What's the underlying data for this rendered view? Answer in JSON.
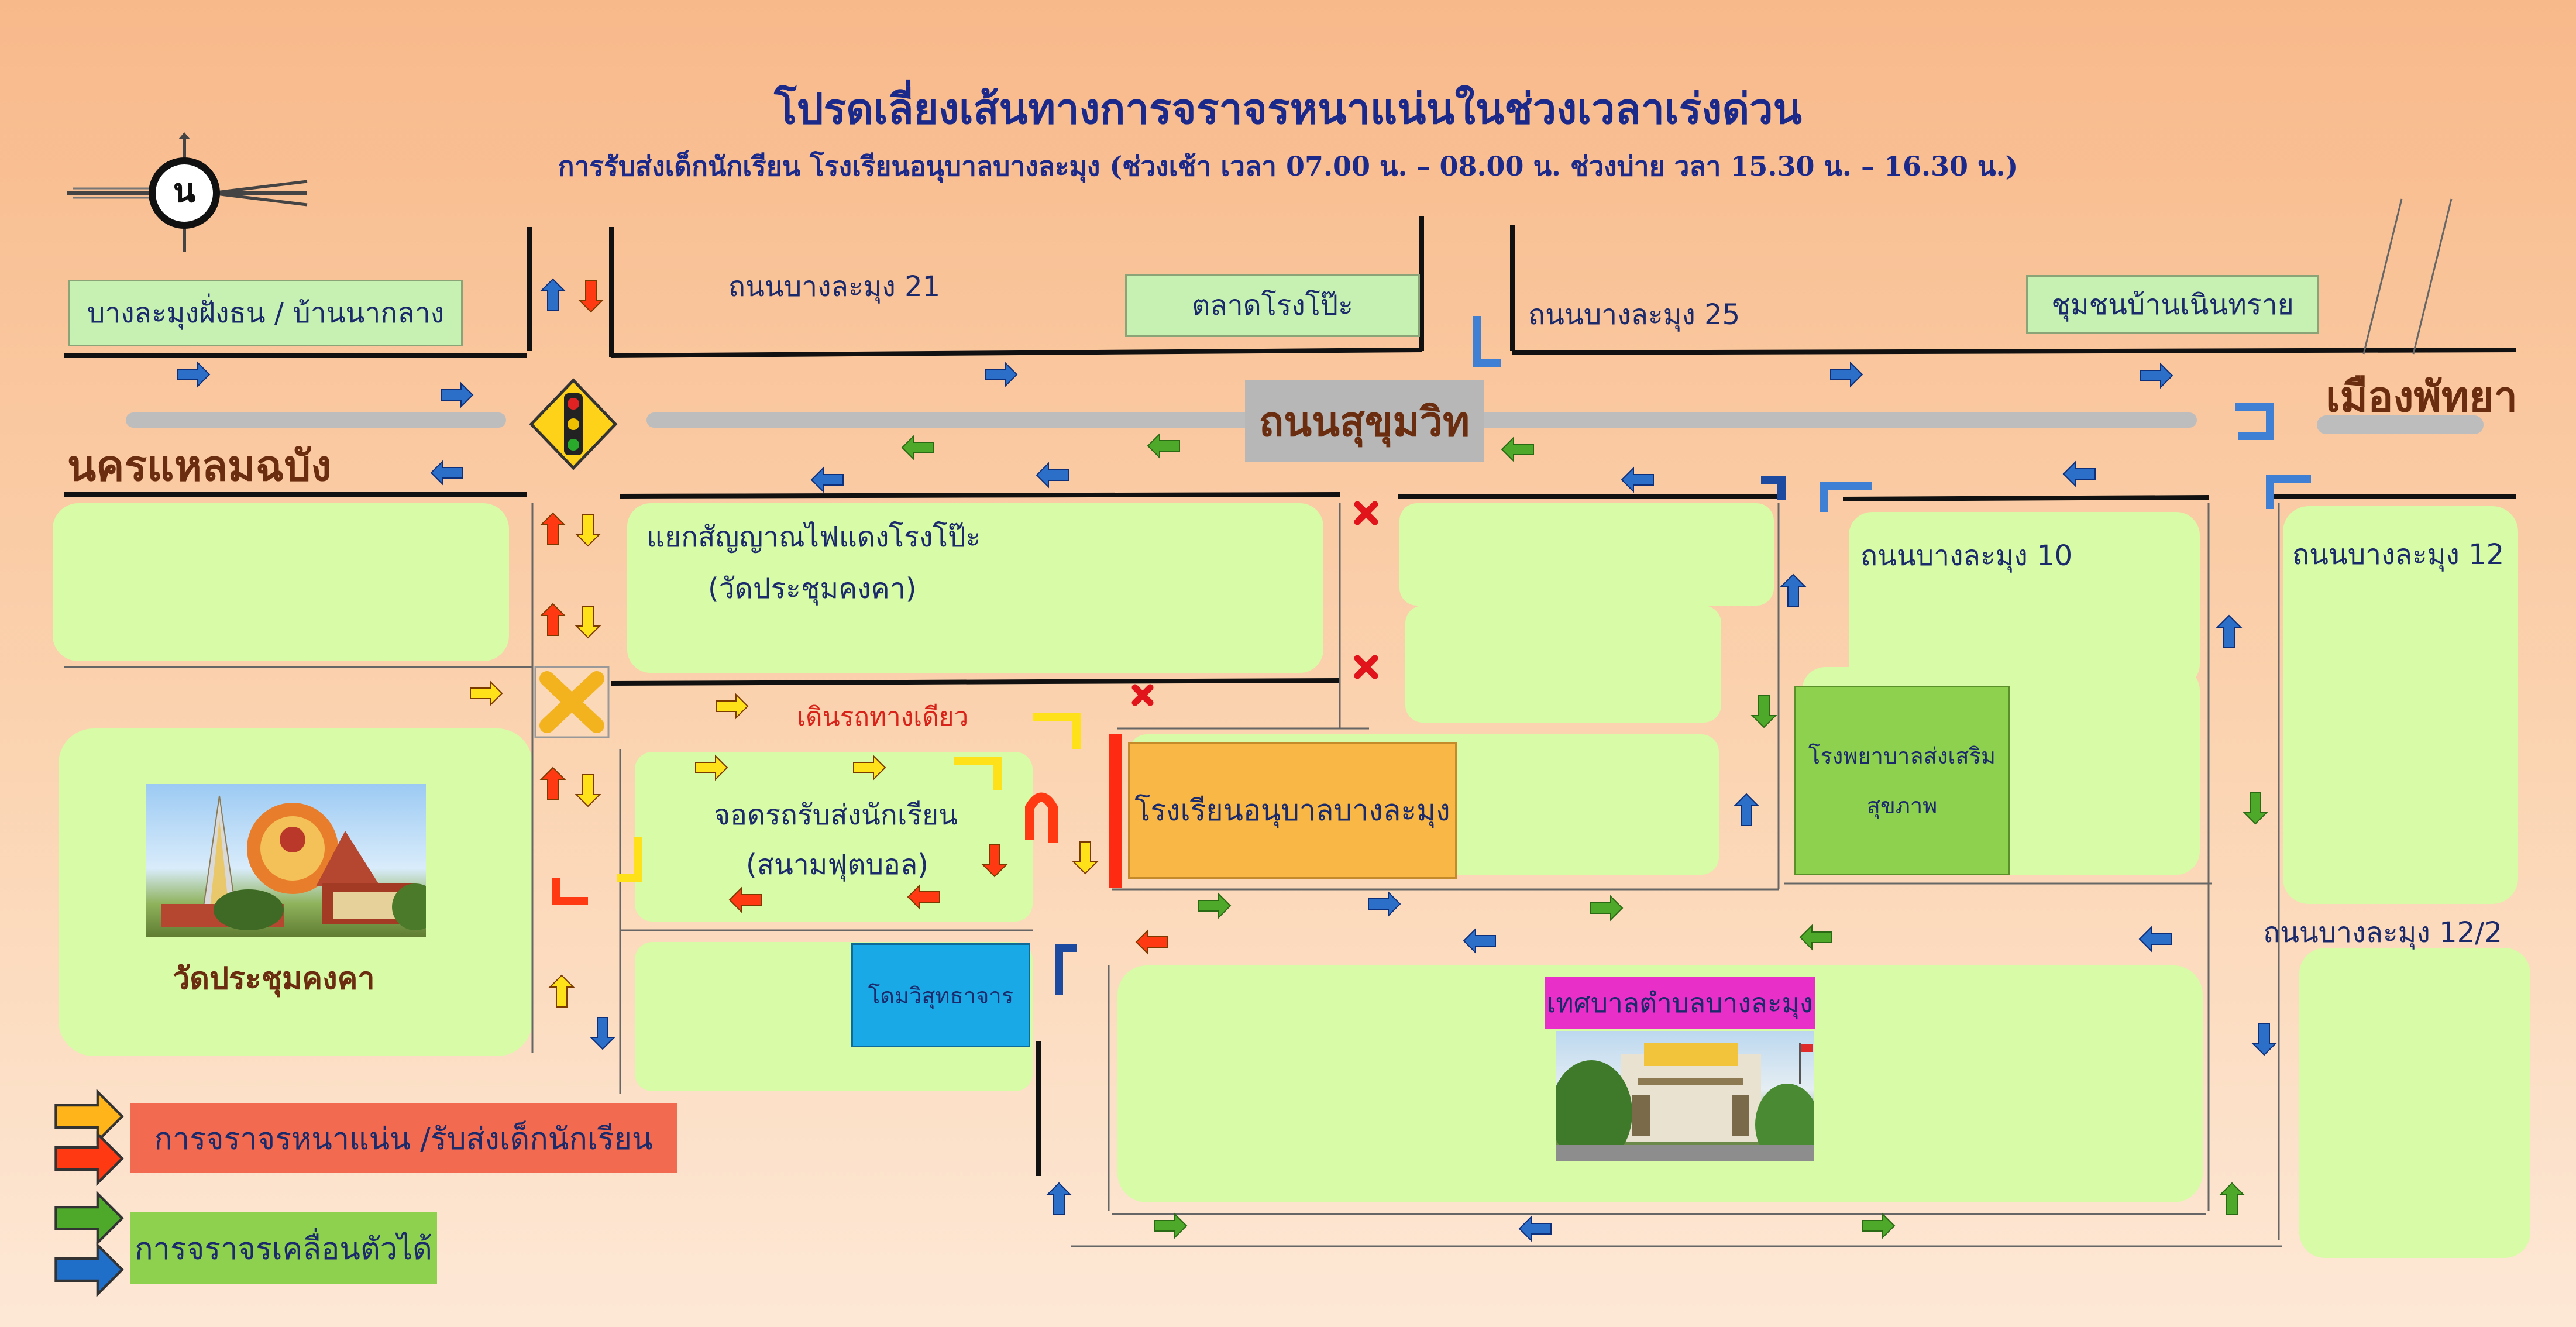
{
  "title": "โปรดเลี่ยงเส้นทางการจราจรหนาแน่นในช่วงเวลาเร่งด่วน",
  "subtitle": "การรับส่งเด็กนักเรียน โรงเรียนอนุบาลบางละมุง (ช่วงเช้า เวลา 07.00 น. – 08.00 น. ช่วงบ่าย วลา 15.30 น. – 16.30 น.)",
  "compass_letter": "น",
  "places": {
    "bang_lamung_fang": "บางละมุงฝั่งธน / บ้านนากลาง",
    "soi21": "ถนนบางละมุง 21",
    "talad_rongpo": "ตลาดโรงโป๊ะ",
    "soi25": "ถนนบางละมุง 25",
    "chumchon": "ชุมชนบ้านเนินทราย",
    "pattaya": "เมืองพัทยา",
    "laem_chabang": "นครแหลมฉบัง",
    "sukhumvit": "ถนนสุขุมวิท",
    "intersection_1": "แยกสัญญาณไฟแดงโรงโป๊ะ",
    "intersection_2": "(วัดประชุมคงคา)",
    "soi10": "ถนนบางละมุง 10",
    "soi12": "ถนนบางละมุง 12",
    "one_way": "เดินรถทางเดียว",
    "parking_1": "จอดรถรับส่งนักเรียน",
    "parking_2": "(สนามฟุตบอล)",
    "school": "โรงเรียนอนุบาลบางละมุง",
    "hospital_1": "โรงพยาบาลส่งเสริม",
    "hospital_2": "สุขภาพ",
    "temple": "วัดประชุมคงคา",
    "dome": "โดมวิสุทธาจาร",
    "municipality": "เทศบาลตำบลบางละมุง",
    "soi12_2": "ถนนบางละมุง 12/2"
  },
  "legend": {
    "congested": "การจราจรหนาแน่น /รับส่งเด็กนักเรียน",
    "flowing": "การจราจรเคลื่อนตัวได้"
  },
  "colors": {
    "congested_yellow": "#ffe11a",
    "congested_red": "#ff3a12",
    "flowing_green": "#4ea82a",
    "flowing_blue": "#1f6fc9",
    "block_green": "#d7fba6",
    "school_box": "#f9b845",
    "hospital_box": "#8ed14f",
    "dome_box": "#19a9e6",
    "municipality_box": "#e82fc8",
    "legend_red_box": "#f26a4f",
    "legend_green_box": "#8ed14f"
  }
}
